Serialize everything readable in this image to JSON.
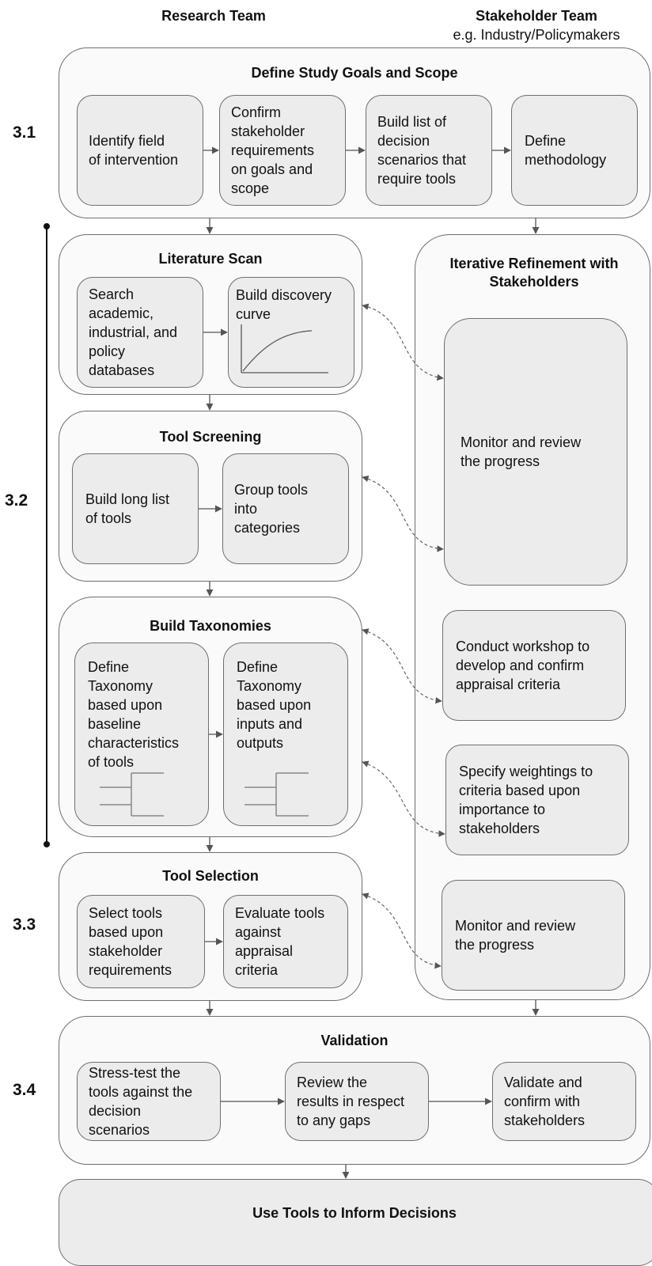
{
  "lanes": {
    "research": "Research Team",
    "stakeholder": "Stakeholder Team",
    "stakeholder_sub": "e.g. Industry/Policymakers"
  },
  "sections": {
    "s31": "3.1",
    "s32": "3.2",
    "s33": "3.3",
    "s34": "3.4"
  },
  "goals": {
    "title": "Define Study Goals and Scope",
    "steps": [
      "Identify field\nof intervention",
      "Confirm\nstakeholder\nrequirements\non goals and\nscope",
      "Build list of\ndecision\nscenarios that\nrequire tools",
      "Define\nmethodology"
    ]
  },
  "literature": {
    "title": "Literature Scan",
    "steps": [
      "Search\nacademic,\nindustrial, and\npolicy\ndatabases",
      "Build discovery\ncurve"
    ]
  },
  "screening": {
    "title": "Tool Screening",
    "steps": [
      "Build long list\nof tools",
      "Group tools\ninto\ncategories"
    ]
  },
  "taxonomies": {
    "title": "Build Taxonomies",
    "steps": [
      "Define\nTaxonomy\nbased upon\nbaseline\ncharacteristics\nof tools",
      "Define\nTaxonomy\nbased upon\ninputs and\noutputs"
    ]
  },
  "selection": {
    "title": "Tool Selection",
    "steps": [
      "Select tools\nbased upon\nstakeholder\nrequirements",
      "Evaluate tools\nagainst\nappraisal\ncriteria"
    ]
  },
  "refinement": {
    "title": "Iterative Refinement with\nStakeholders",
    "steps": [
      "Monitor and review\nthe progress",
      "Conduct workshop to\ndevelop and confirm\nappraisal criteria",
      "Specify weightings to\ncriteria based upon\nimportance to\nstakeholders",
      "Monitor and review\nthe progress"
    ]
  },
  "validation": {
    "title": "Validation",
    "steps": [
      "Stress-test the\ntools against the\ndecision\nscenarios",
      "Review the\nresults in respect\nto any gaps",
      "Validate and\nconfirm with\nstakeholders"
    ]
  },
  "final": {
    "title": "Use Tools to Inform Decisions"
  }
}
